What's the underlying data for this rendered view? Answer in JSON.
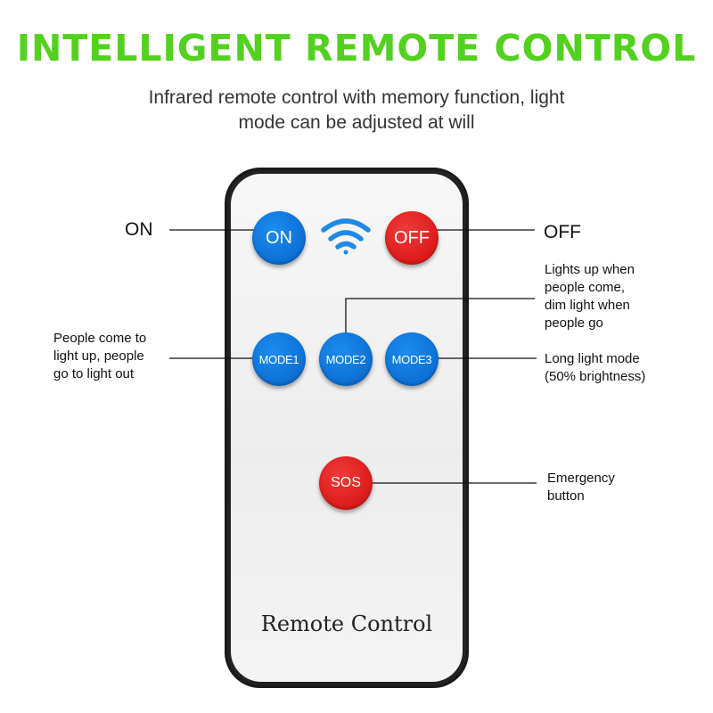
{
  "header": {
    "title": "INTELLIGENT REMOTE CONTROL",
    "subtitle_line1": "Infrared remote control with memory function, light",
    "subtitle_line2": "mode can be adjusted at will"
  },
  "remote": {
    "label": "Remote Control",
    "signal_icon": "wifi-signal-icon",
    "buttons": {
      "on": "ON",
      "off": "OFF",
      "mode1": "MODE1",
      "mode2": "MODE2",
      "mode3": "MODE3",
      "sos": "SOS"
    }
  },
  "callouts": {
    "on": "ON",
    "off": "OFF",
    "mode1": [
      "People come to",
      "light up, people",
      "go to light out"
    ],
    "mode2": [
      "Lights up when",
      "people come,",
      "dim light when",
      "people go"
    ],
    "mode3": [
      "Long light mode",
      "(50% brightness)"
    ],
    "sos": [
      "Emergency",
      "button"
    ]
  },
  "colors": {
    "title_green": "#52d11e",
    "button_blue": "#0c6fd3",
    "button_red": "#dc1a1a"
  }
}
